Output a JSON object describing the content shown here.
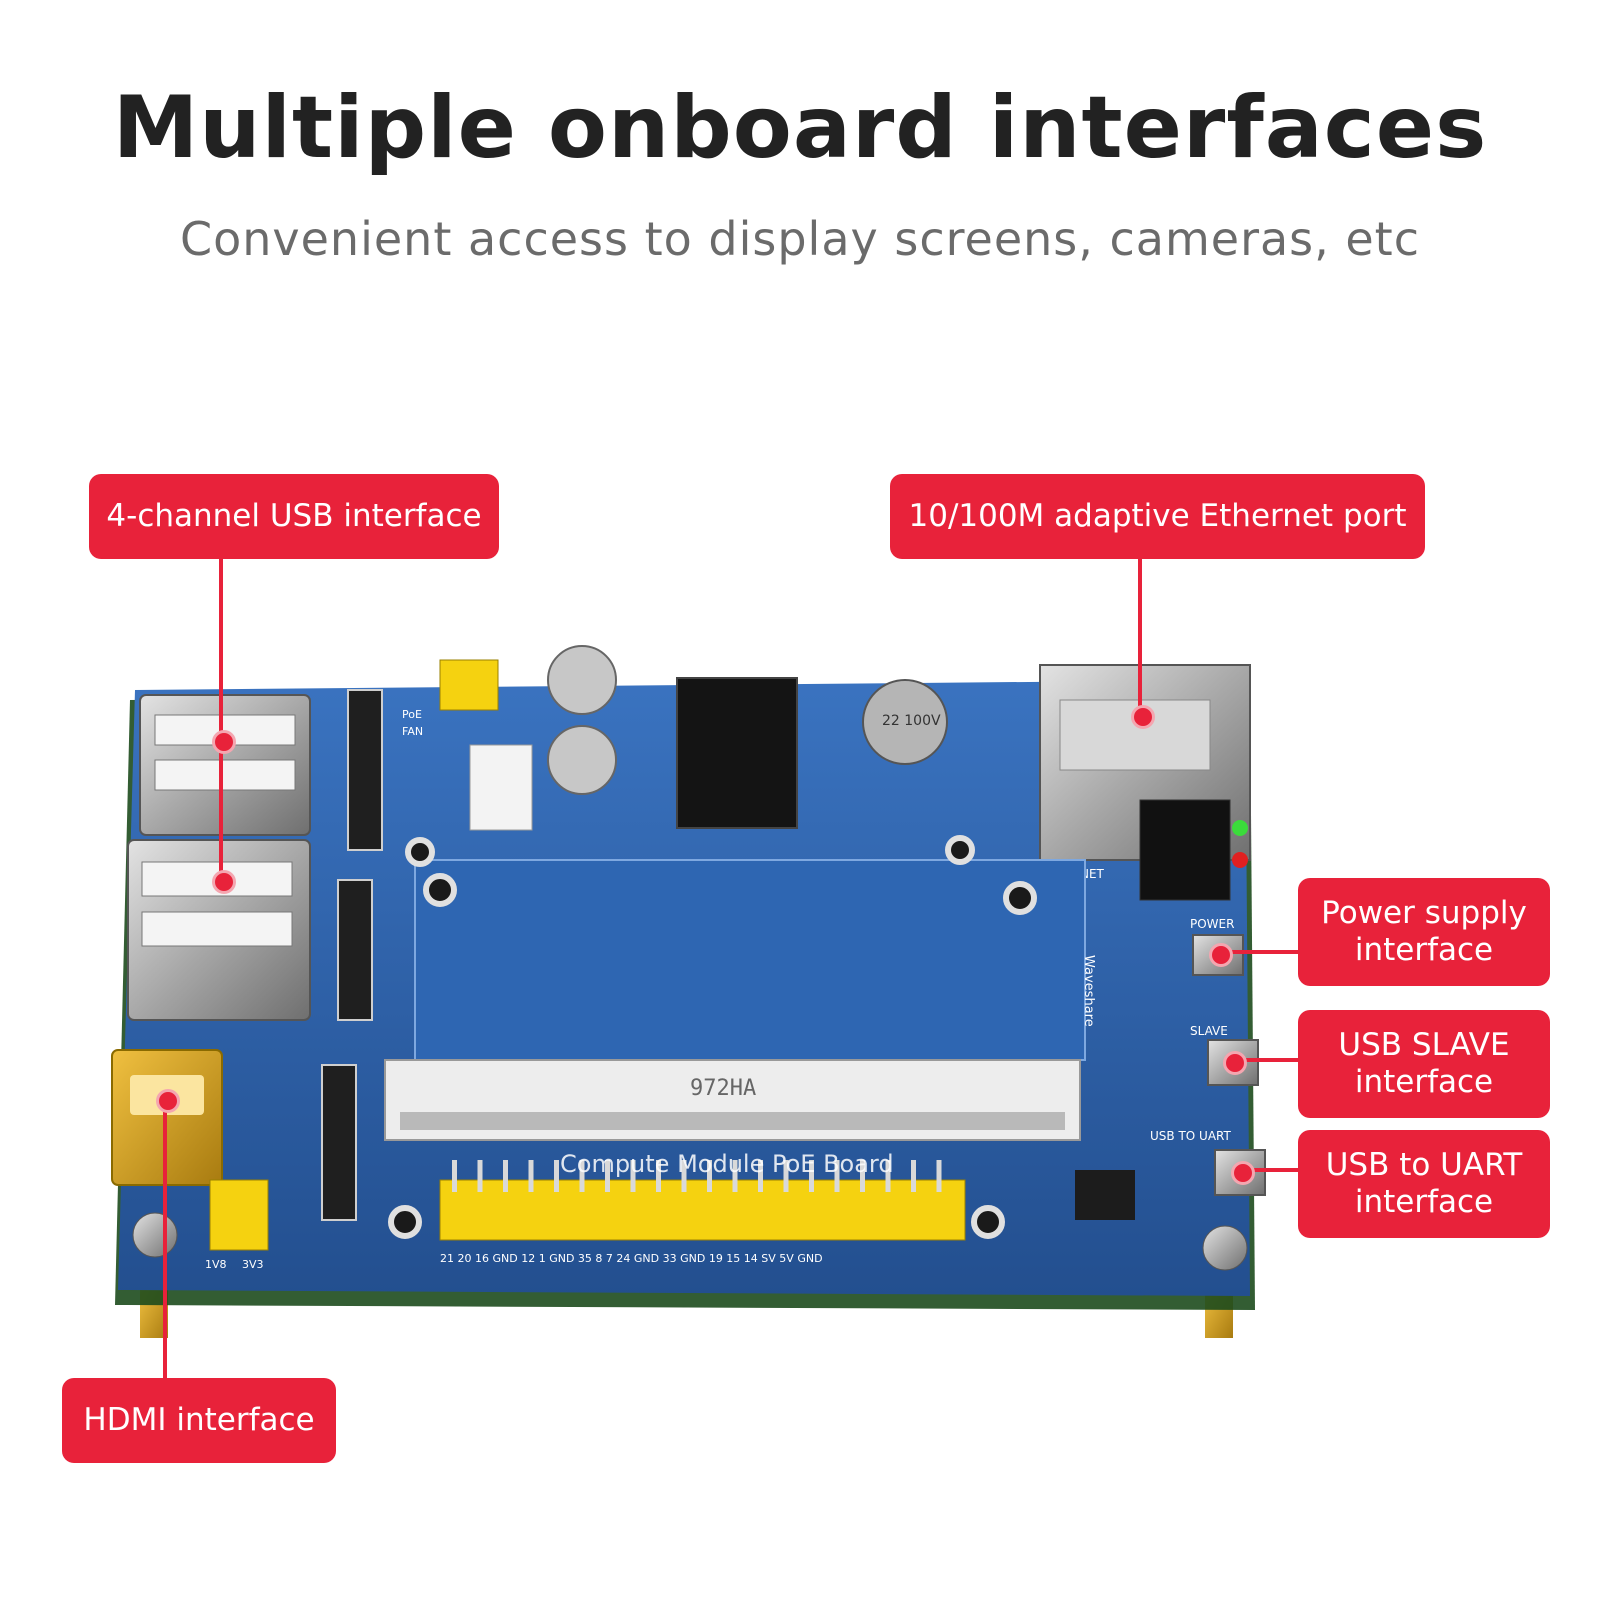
{
  "header": {
    "title": "Multiple onboard interfaces",
    "subtitle": "Convenient access to display screens, cameras, etc"
  },
  "callouts": {
    "usb4": "4-channel USB interface",
    "ethernet": "10/100M adaptive Ethernet port",
    "power": "Power supply interface",
    "usb_slave": "USB SLAVE interface",
    "usb_uart": "USB to UART interface",
    "hdmi": "HDMI interface"
  },
  "board_markings": {
    "silkscreen_title": "Compute Module PoE Board",
    "socket_label": "972HA",
    "brand": "Waveshare",
    "cap_label": "22 100V",
    "label_power": "POWER",
    "label_slave": "SLAVE",
    "label_uart": "USB TO UART",
    "label_net": "NET",
    "label_fan": "FAN",
    "label_poe": "PoE",
    "label_3v3": "3V3",
    "label_1v8": "1V8",
    "pin_labels": "21 20 16 GND 12 1 GND 35 8 7 24 GND 33 GND 19 15 14 SV 5V GND"
  },
  "colors": {
    "accent": "#e8223a",
    "pcb": "#2a5a9e",
    "title": "#222222",
    "subtitle": "#6b6b6b"
  }
}
